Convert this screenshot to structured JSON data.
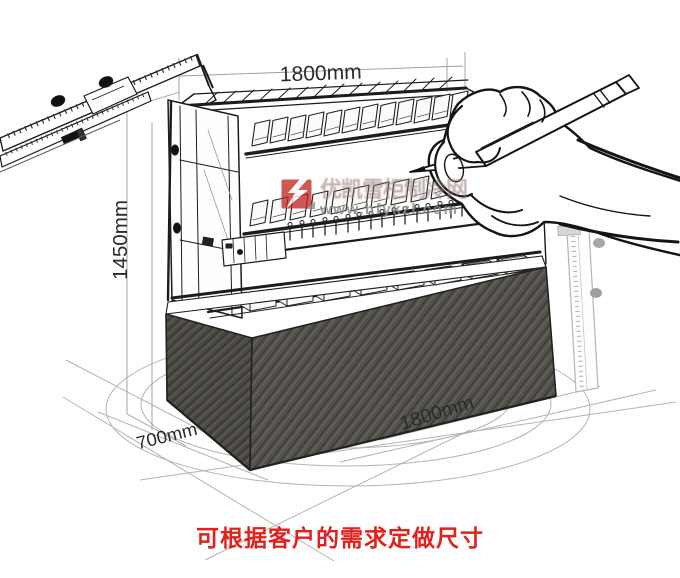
{
  "image": {
    "type": "product-illustration",
    "description": "Hand-drawn pencil sketch of an open-front refrigerated display cabinet on a dark plinth base, measured by a vernier caliper, a vertical ruler and a hand holding a pencil",
    "background": "#ffffff"
  },
  "dimensions": {
    "top_width": "1800mm",
    "left_height": "1450mm",
    "bottom_depth": "700mm",
    "bottom_width": "1800mm"
  },
  "watermark": {
    "brand": "优凯雪柜制冷网",
    "url": "www.hfykzl.com",
    "logo_color": "#c0211d"
  },
  "caption": {
    "text": "可根据客户的需求定做尺寸",
    "color": "#e2211d"
  }
}
